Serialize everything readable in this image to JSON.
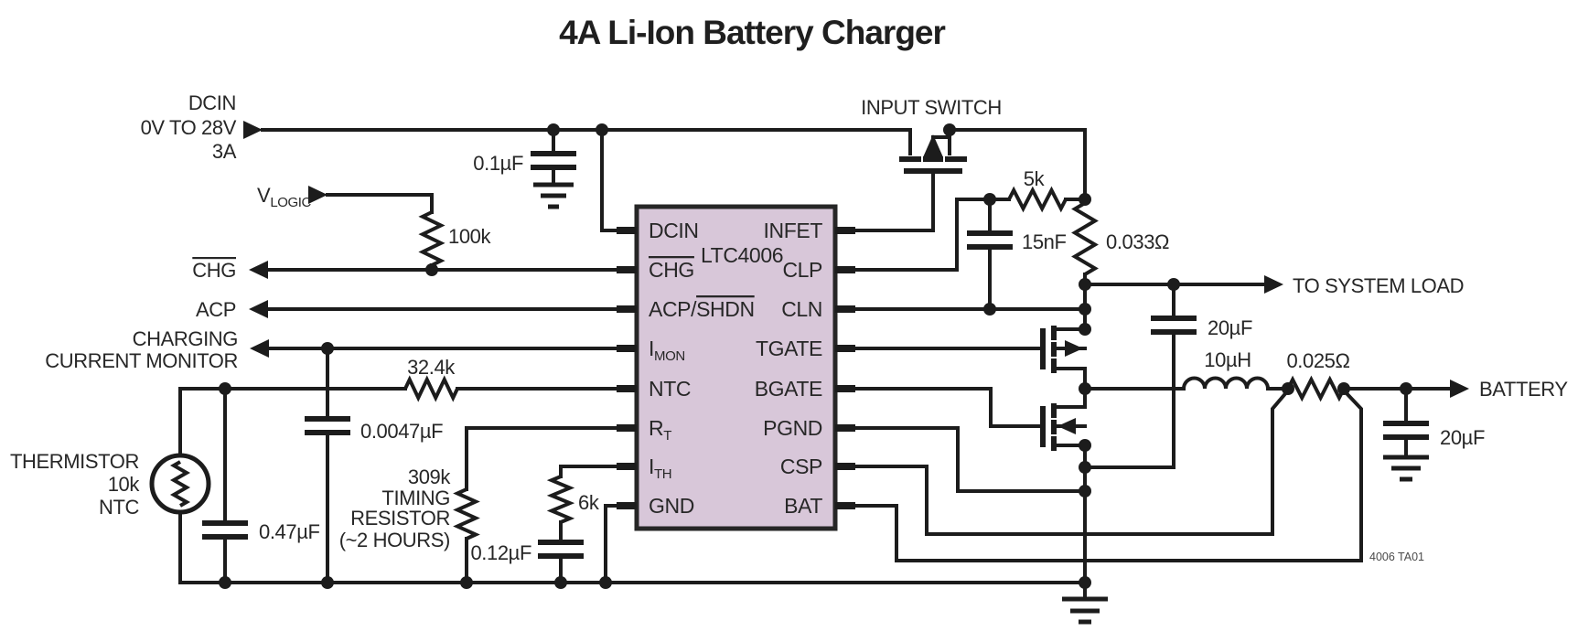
{
  "title": "4A Li-Ion Battery Charger",
  "note": "4006 TA01",
  "colors": {
    "ink": "#1c1c1c",
    "ic_fill": "#d8c7d9"
  },
  "ic": {
    "name": "LTC4006",
    "pins_left": {
      "dcin": "DCIN",
      "chg": "CHG",
      "acp_prefix": "ACP/",
      "acp_overline": "SHDN",
      "imon_base": "I",
      "imon_sub": "MON",
      "ntc": "NTC",
      "rt_base": "R",
      "rt_sub": "T",
      "ith_base": "I",
      "ith_sub": "TH",
      "gnd": "GND"
    },
    "pins_right": {
      "infet": "INFET",
      "clp": "CLP",
      "cln": "CLN",
      "tgate": "TGATE",
      "bgate": "BGATE",
      "pgnd": "PGND",
      "csp": "CSP",
      "bat": "BAT"
    }
  },
  "io": {
    "dcin_l1": "DCIN",
    "dcin_l2": "0V TO 28V",
    "dcin_l3": "3A",
    "vlogic_base": "V",
    "vlogic_sub": "LOGIC",
    "chg": "CHG",
    "acp": "ACP",
    "imon_l1": "CHARGING",
    "imon_l2": "CURRENT MONITOR",
    "system_load": "TO SYSTEM LOAD",
    "battery": "BATTERY"
  },
  "components": {
    "c_in": "0.1µF",
    "r_pullup": "100k",
    "input_switch": "INPUT SWITCH",
    "r_clp": "5k",
    "c_clp": "15nF",
    "r_in_sense": "0.033Ω",
    "c_load": "20µF",
    "l_out": "10µH",
    "r_bat_sense": "0.025Ω",
    "c_bat": "20µF",
    "r_ntc": "32.4k",
    "c_imon": "0.0047µF",
    "c_ntc": "0.47µF",
    "therm_l1": "THERMISTOR",
    "therm_l2": "10k",
    "therm_l3": "NTC",
    "rt_l1": "309k",
    "rt_l2": "TIMING",
    "rt_l3": "RESISTOR",
    "rt_l4": "(~2 HOURS)",
    "c_ith": "0.12µF",
    "r_ith": "6k"
  }
}
